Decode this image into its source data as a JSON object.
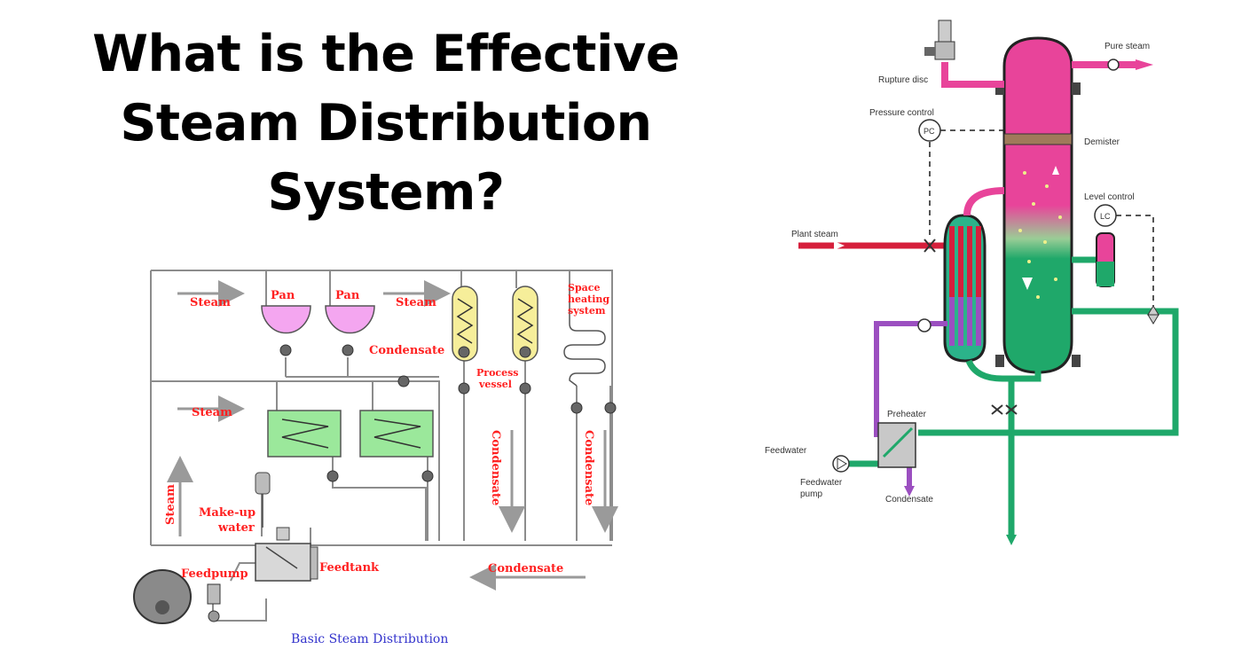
{
  "title": {
    "line1": "What is the Effective",
    "line2": "Steam Distribution",
    "line3": "System?"
  },
  "left_diagram": {
    "caption": "Basic Steam Distribution",
    "labels": {
      "steam_top_left": "Steam",
      "pan1": "Pan",
      "pan2": "Pan",
      "steam_top_mid": "Steam",
      "space_line1": "Space",
      "space_line2": "heating",
      "space_line3": "system",
      "condensate_pans": "Condensate",
      "process_line1": "Process",
      "process_line2": "vessel",
      "steam_mid": "Steam",
      "steam_vertical": "Steam",
      "condensate_vert1": "Condensate",
      "condensate_vert2": "Condensate",
      "makeup_line1": "Make-up",
      "makeup_line2": "water",
      "feedtank": "Feedtank",
      "feedpump": "Feedpump",
      "condensate_bottom": "Condensate"
    },
    "colors": {
      "label_red": "#ff2020",
      "pan_fill": "#f4a6f0",
      "heat_exchanger_fill": "#9be89b",
      "process_vessel_fill": "#f6ee9a",
      "caption_blue": "#3333cc"
    }
  },
  "right_diagram": {
    "labels": {
      "rupture_disc": "Rupture disc",
      "pure_steam": "Pure steam",
      "pressure_control": "Pressure control",
      "pc": "PC",
      "demister": "Demister",
      "level_control": "Level control",
      "lc": "LC",
      "plant_steam": "Plant steam",
      "preheater": "Preheater",
      "feedwater": "Feedwater",
      "feedwater_pump_line1": "Feedwater",
      "feedwater_pump_line2": "pump",
      "condensate": "Condensate"
    },
    "colors": {
      "steam_magenta": "#e8449a",
      "water_green": "#1fa86a",
      "plant_steam_red": "#d61f3c",
      "condensate_purple": "#9b4fc0"
    }
  }
}
